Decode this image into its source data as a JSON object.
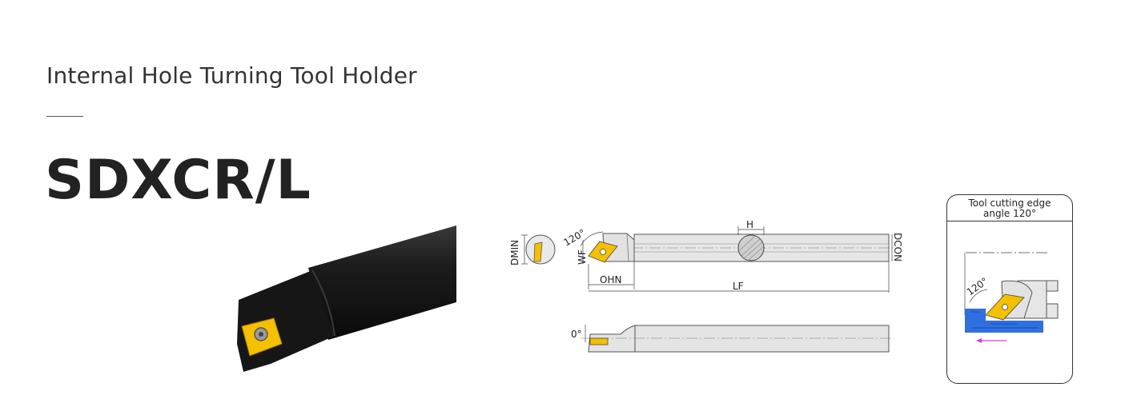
{
  "header": {
    "subtitle": "Internal Hole Turning Tool Holder",
    "model": "SDXCR/L"
  },
  "drawing": {
    "dims": {
      "dmin": "DMIN",
      "angle": "120°",
      "wf": "WF",
      "ohn": "OHN",
      "lf": "LF",
      "h": "H",
      "dcon": "DCON",
      "rake": "0°"
    }
  },
  "panel": {
    "title_line1": "Tool cutting edge",
    "title_line2": "angle 120°",
    "angle": "120°"
  },
  "colors": {
    "insert": "#f5c000",
    "workpiece": "#2f6fe0",
    "feed_arrow": "#d33ad3",
    "holder": "#1a1a1a"
  }
}
